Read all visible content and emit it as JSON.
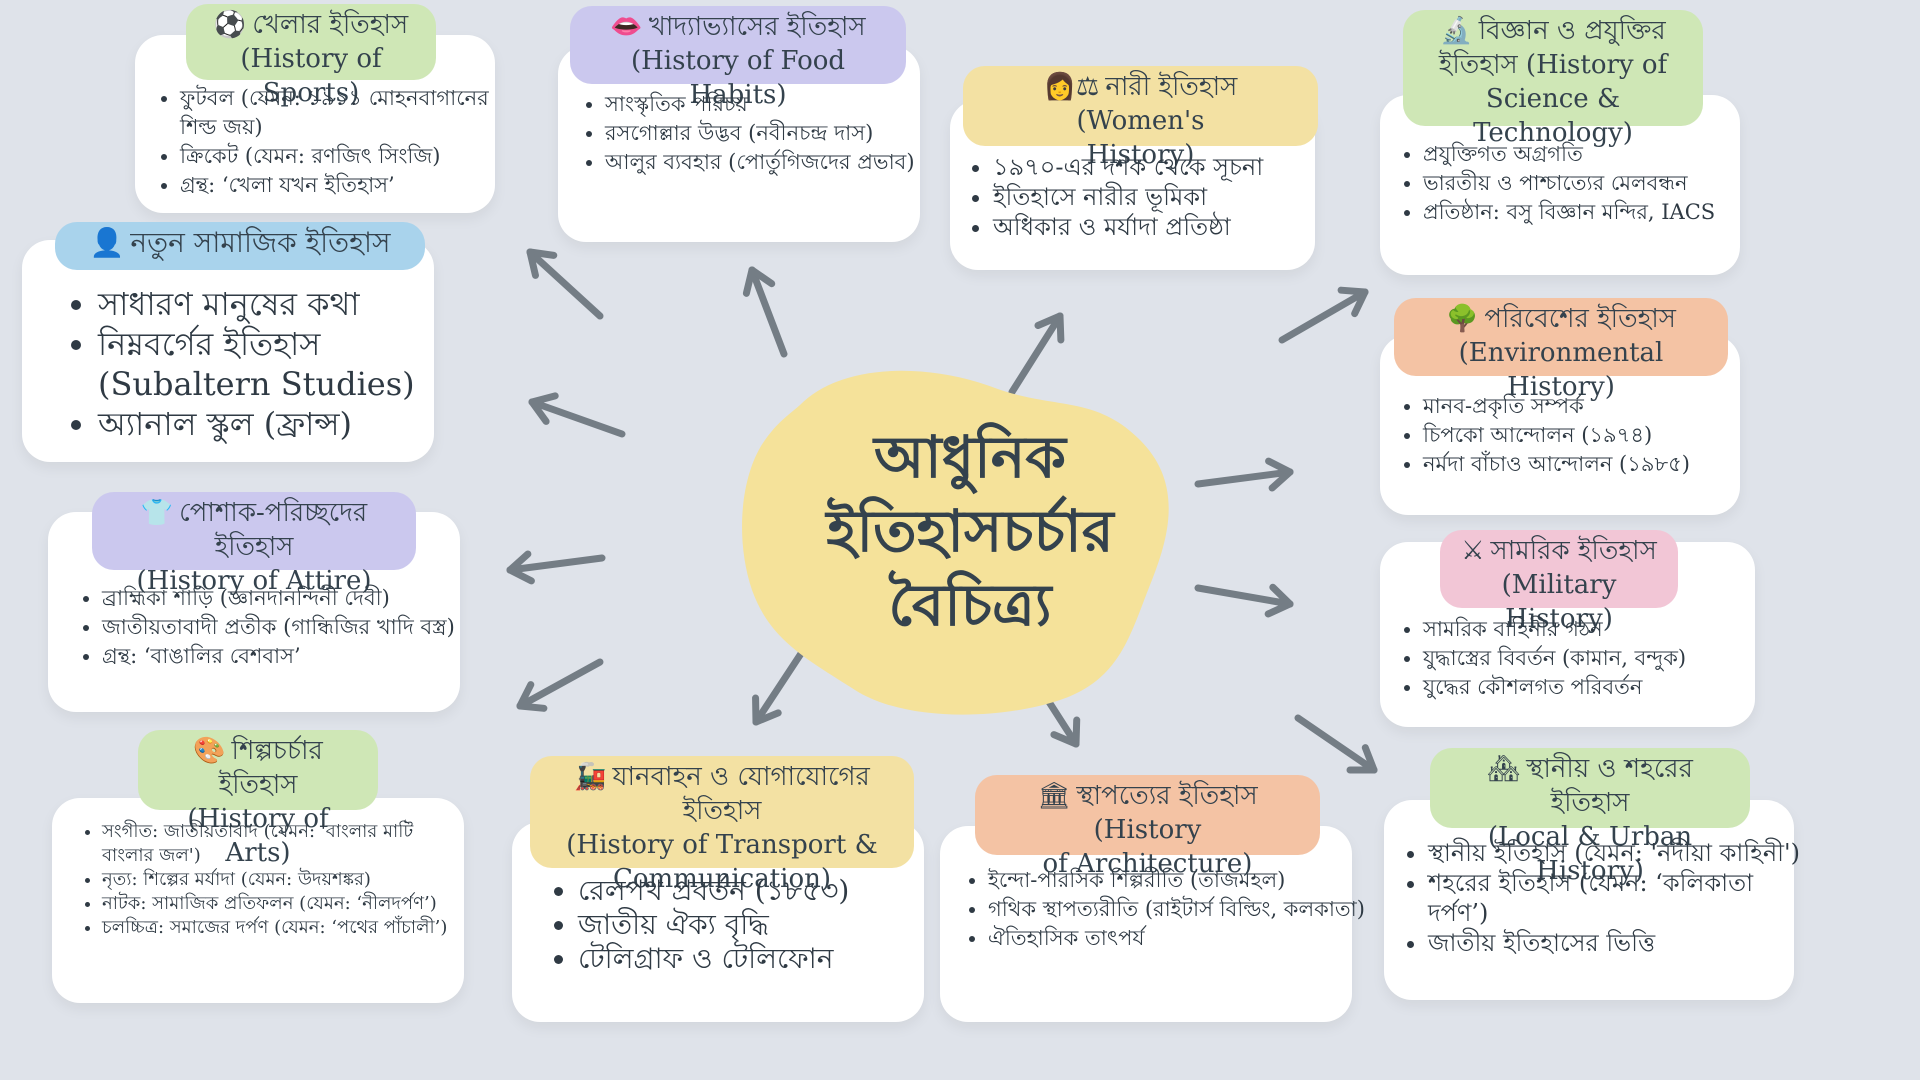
{
  "center": {
    "title": "আধুনিক ইতিহাসচর্চার বৈচিত্র্য"
  },
  "colors": {
    "background": "#dfe3ea",
    "center": "#f5e29a",
    "arrow": "#747d85"
  },
  "nodes": {
    "sports": {
      "icon": "⚽",
      "title": "খেলার ইতিহাস",
      "subtitle": "(History of Sports)",
      "points": [
        "ফুটবল (যেমন: ১৯১১ মোহনবাগানের শিল্ড জয়)",
        "ক্রিকেট (যেমন: রণজিৎ সিংজি)",
        "গ্রন্থ: ‘খেলা যখন ইতিহাস’"
      ]
    },
    "food": {
      "icon": "👄",
      "title": "খাদ্যাভ্যাসের ইতিহাস",
      "subtitle": "(History of Food Habits)",
      "points": [
        "সাংস্কৃতিক পরিচয়",
        "রসগোল্লার উদ্ভব (নবীনচন্দ্র দাস)",
        "আলুর ব্যবহার (পোর্তুগিজদের প্রভাব)"
      ]
    },
    "women": {
      "icon": "👩⚖",
      "title": "নারী ইতিহাস (Women's",
      "subtitle": "History)",
      "points": [
        "১৯৭০-এর দশক থেকে সূচনা",
        "ইতিহাসে নারীর ভূমিকা",
        "অধিকার ও মর্যাদা প্রতিষ্ঠা"
      ]
    },
    "science": {
      "icon": "🔬",
      "title": "বিজ্ঞান ও প্রযুক্তির",
      "subtitle": "ইতিহাস (History of",
      "subtitle2": "Science & Technology)",
      "points": [
        "প্রযুক্তিগত অগ্রগতি",
        "ভারতীয় ও পাশ্চাত্যের মেলবন্ধন",
        "প্রতিষ্ঠান: বসু বিজ্ঞান মন্দির, IACS"
      ]
    },
    "social": {
      "icon": "👤",
      "title": "নতুন সামাজিক ইতিহাস",
      "points": [
        "সাধারণ মানুষের কথা",
        "নিম্নবর্গের ইতিহাস (Subaltern Studies)",
        "অ্যানাল স্কুল (ফ্রান্স)"
      ]
    },
    "environment": {
      "icon": "🌳",
      "title": "পরিবেশের ইতিহাস",
      "subtitle": "(Environmental History)",
      "points": [
        "মানব-প্রকৃতি সম্পর্ক",
        "চিপকো আন্দোলন (১৯৭৪)",
        "নর্মদা বাঁচাও আন্দোলন (১৯৮৫)"
      ]
    },
    "attire": {
      "icon": "👕",
      "title": "পোশাক-পরিচ্ছদের ইতিহাস",
      "subtitle": "(History of Attire)",
      "points": [
        "ব্রাহ্মিকা শাড়ি (জ্ঞানদানন্দিনী দেবী)",
        "জাতীয়তাবাদী প্রতীক (গান্ধিজির খাদি বস্ত্র)",
        "গ্রন্থ: ‘বাঙালির বেশবাস’"
      ]
    },
    "military": {
      "icon": "⚔",
      "title": "সামরিক ইতিহাস",
      "subtitle": "(Military History)",
      "points": [
        "সামরিক বাহিনীর গঠন",
        "যুদ্ধাস্ত্রের বিবর্তন (কামান, বন্দুক)",
        "যুদ্ধের কৌশলগত পরিবর্তন"
      ]
    },
    "arts": {
      "icon": "🎨",
      "title": "শিল্পচর্চার ইতিহাস",
      "subtitle": "(History of Arts)",
      "points": [
        "সংগীত: জাতীয়তাবাদ (যেমন: 'বাংলার মাটি বাংলার জল')",
        "নৃত্য: শিল্পের মর্যাদা (যেমন: উদয়শঙ্কর)",
        "নাটক: সামাজিক প্রতিফলন (যেমন: ‘নীলদর্পণ’)",
        "চলচ্চিত্র: সমাজের দর্পণ (যেমন: ‘পথের পাঁচালী’)"
      ]
    },
    "transport": {
      "icon": "🚂",
      "title": "যানবাহন ও যোগাযোগের ইতিহাস",
      "subtitle": "(History of Transport &",
      "subtitle2": "Communication)",
      "points": [
        "রেলপথ প্রবর্তন (১৮৫৩)",
        "জাতীয় ঐক্য বৃদ্ধি",
        "টেলিগ্রাফ ও টেলিফোন"
      ]
    },
    "architecture": {
      "icon": "🏛",
      "title": "স্থাপত্যের ইতিহাস (History",
      "subtitle": "of Architecture)",
      "points": [
        "ইন্দো-পারসিক শিল্পরীতি (তাজমহল)",
        "গথিক স্থাপত্যরীতি (রাইটার্স বিল্ডিং, কলকাতা)",
        "ঐতিহাসিক তাৎপর্য"
      ]
    },
    "local": {
      "icon": "🏘",
      "title": "স্থানীয় ও শহরের ইতিহাস",
      "subtitle": "(Local & Urban History)",
      "points": [
        "স্থানীয় ইতিহাস (যেমন: 'নদীয়া কাহিনী')",
        "শহরের ইতিহাস (যেমন: ‘কলিকাতা দর্পণ’)",
        "জাতীয় ইতিহাসের ভিত্তি"
      ]
    }
  }
}
